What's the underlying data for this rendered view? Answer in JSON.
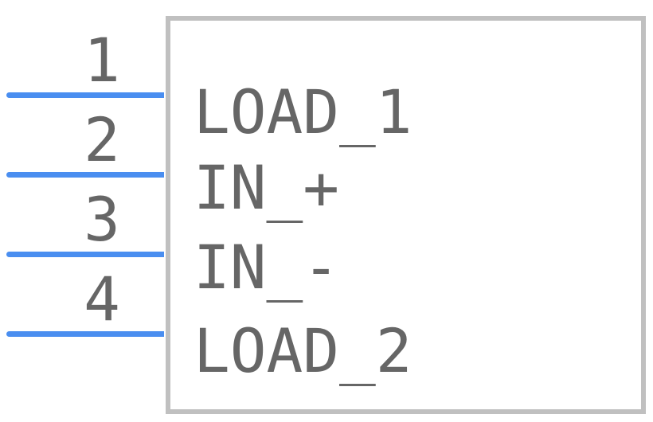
{
  "component": {
    "pins": [
      {
        "number": "1",
        "name": "LOAD_1"
      },
      {
        "number": "2",
        "name": "IN_+"
      },
      {
        "number": "3",
        "name": "IN_-"
      },
      {
        "number": "4",
        "name": "LOAD_2"
      }
    ]
  },
  "colors": {
    "pin_line": "#4a8ef0",
    "body_outline": "#c0c0c0",
    "text": "#666666"
  }
}
